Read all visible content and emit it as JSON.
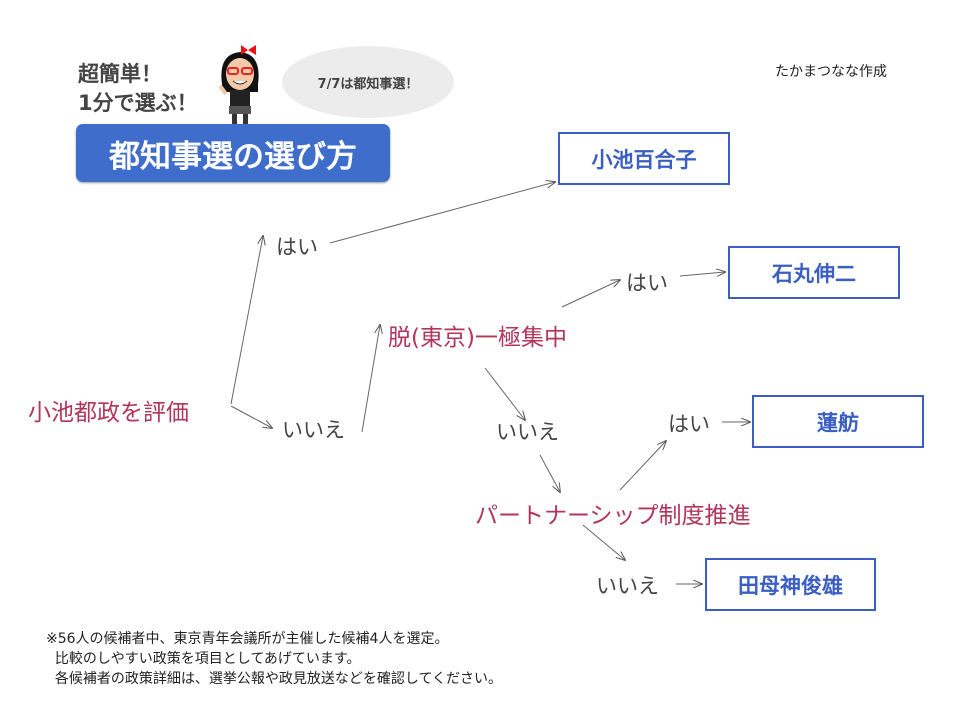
{
  "header": {
    "tagline_1": "超簡単！",
    "tagline_2": "1分で選ぶ！",
    "speech_bubble": "7/7は都知事選！",
    "title": "都知事選の選び方",
    "author": "たかまつなな作成"
  },
  "flow": {
    "questions": {
      "q1": "小池都政を評価",
      "q2": "脱(東京)一極集中",
      "q3": "パートナーシップ制度推進"
    },
    "answers": {
      "q1_yes": "はい",
      "q1_no": "いいえ",
      "q2_yes": "はい",
      "q2_no": "いいえ",
      "q3_yes": "はい",
      "q3_no": "いいえ"
    },
    "candidates": {
      "koike": "小池百合子",
      "ishimaru": "石丸伸二",
      "renho": "蓮舫",
      "tamogami": "田母神俊雄"
    }
  },
  "footnote": {
    "line_1": "※56人の候補者中、東京青年会議所が主催した候補4人を選定。",
    "line_2": "  比較のしやすい政策を項目としてあげています。",
    "line_3": "  各候補者の政策詳細は、選挙公報や政見放送などを確認してください。"
  },
  "colors": {
    "accent": "#3f6dcb",
    "question": "#b2355a",
    "candidate": "#3a5ec4"
  }
}
